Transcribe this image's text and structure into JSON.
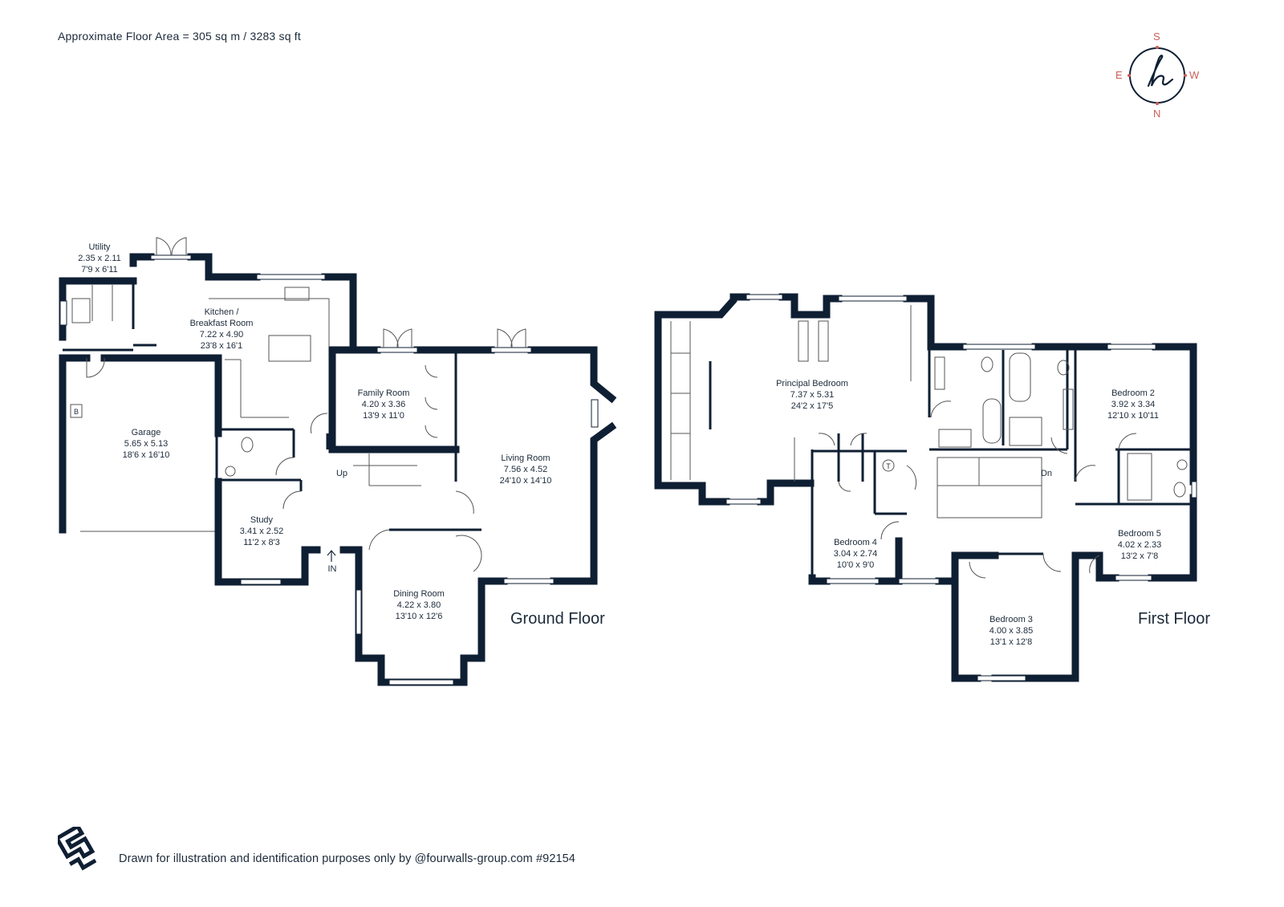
{
  "header": {
    "area": "Approximate Floor Area = 305 sq m / 3283 sq ft"
  },
  "compass": {
    "s": "S",
    "e": "E",
    "w": "W",
    "n": "N",
    "logo_glyph": "h"
  },
  "floors": {
    "ground": "Ground Floor",
    "first": "First Floor"
  },
  "rooms": {
    "utility": {
      "name": "Utility",
      "metric": "2.35 x 2.11",
      "imperial": "7'9 x 6'11"
    },
    "kitchen": {
      "name": "Kitchen /",
      "name2": "Breakfast Room",
      "metric": "7.22 x 4.90",
      "imperial": "23'8 x 16'1"
    },
    "family": {
      "name": "Family Room",
      "metric": "4.20 x 3.36",
      "imperial": "13'9 x 11'0"
    },
    "garage": {
      "name": "Garage",
      "metric": "5.65 x 5.13",
      "imperial": "18'6 x 16'10"
    },
    "living": {
      "name": "Living Room",
      "metric": "7.56 x 4.52",
      "imperial": "24'10 x 14'10"
    },
    "study": {
      "name": "Study",
      "metric": "3.41 x 2.52",
      "imperial": "11'2 x 8'3"
    },
    "dining": {
      "name": "Dining Room",
      "metric": "4.22 x 3.80",
      "imperial": "13'10 x 12'6"
    },
    "principal": {
      "name": "Principal Bedroom",
      "metric": "7.37 x 5.31",
      "imperial": "24'2 x 17'5"
    },
    "bed2": {
      "name": "Bedroom 2",
      "metric": "3.92 x 3.34",
      "imperial": "12'10 x 10'11"
    },
    "bed3": {
      "name": "Bedroom 3",
      "metric": "4.00 x 3.85",
      "imperial": "13'1 x 12'8"
    },
    "bed4": {
      "name": "Bedroom 4",
      "metric": "3.04 x 2.74",
      "imperial": "10'0 x 9'0"
    },
    "bed5": {
      "name": "Bedroom 5",
      "metric": "4.02 x 2.33",
      "imperial": "13'2 x 7'8"
    }
  },
  "markers": {
    "up": "Up",
    "dn": "Dn",
    "in": "IN",
    "boiler": "B",
    "tank": "T"
  },
  "footer": {
    "text": "Drawn for illustration and identification purposes only by @fourwalls-group.com #92154"
  },
  "colors": {
    "wall": "#0f1f33",
    "compass": "#c9605a"
  }
}
